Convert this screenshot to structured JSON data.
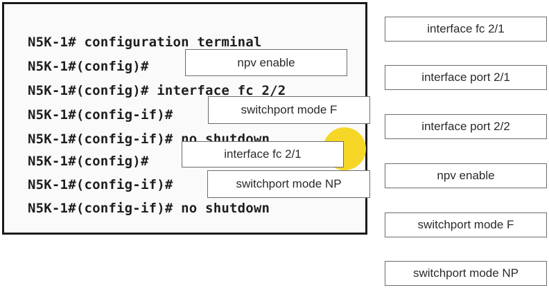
{
  "terminal": {
    "lines": [
      "N5K-1# configuration terminal",
      "N5K-1#(config)#",
      "N5K-1#(config)# interface fc 2/2",
      "N5K-1#(config-if)#",
      "N5K-1#(config-if)# no shutdown",
      "N5K-1#(config)#",
      "N5K-1#(config-if)#",
      "N5K-1#(config-if)# no shutdown"
    ],
    "highlight_color": "#f6d51c"
  },
  "placed_answers": [
    "npv enable",
    "switchport mode F",
    "interface fc 2/1",
    "switchport mode NP"
  ],
  "options": [
    "interface fc 2/1",
    "interface port 2/1",
    "interface port 2/2",
    "npv enable",
    "switchport mode F",
    "switchport mode NP"
  ]
}
